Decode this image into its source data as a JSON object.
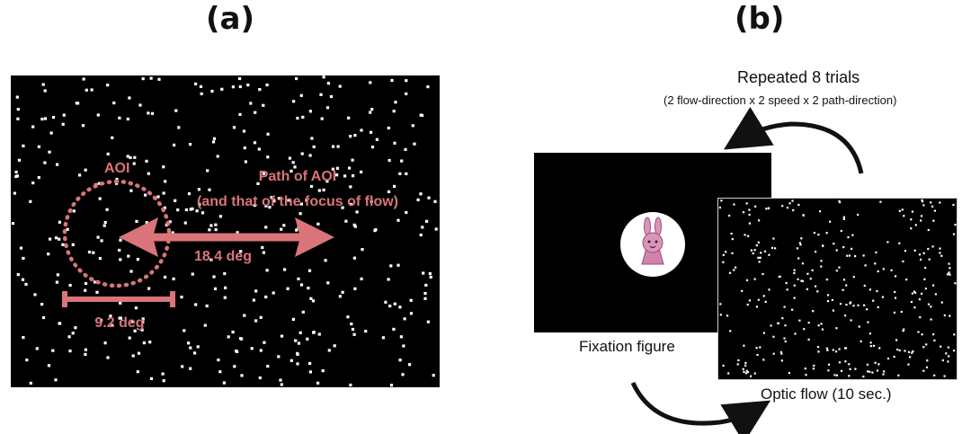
{
  "panel_a": {
    "label": "(a)",
    "aoi_label": "AOI",
    "path_label_line1": "Path of AOI",
    "path_label_line2": "(and that of the focus of flow)",
    "path_length_label": "18.4 deg",
    "aoi_size_label": "9.2 deg",
    "annotation_color": "#d9757a"
  },
  "panel_b": {
    "label": "(b)",
    "repeat_title": "Repeated 8 trials",
    "repeat_subtitle": "(2 flow-direction x 2 speed x 2 path-direction)",
    "fixation_caption": "Fixation figure",
    "flow_caption": "Optic flow (10 sec.)",
    "fixation_figure_icon": "pink-rabbit-figure",
    "figure_color": "#d995b9"
  }
}
